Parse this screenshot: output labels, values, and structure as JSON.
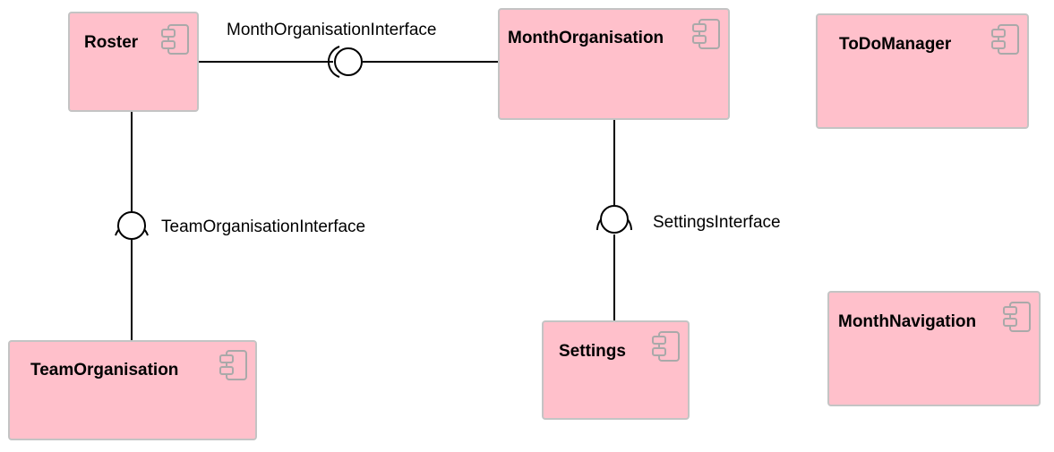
{
  "components": [
    {
      "id": "roster",
      "label": "Roster"
    },
    {
      "id": "month_organisation",
      "label": "MonthOrganisation"
    },
    {
      "id": "todo_manager",
      "label": "ToDoManager"
    },
    {
      "id": "team_organisation",
      "label": "TeamOrganisation"
    },
    {
      "id": "settings",
      "label": "Settings"
    },
    {
      "id": "month_navigation",
      "label": "MonthNavigation"
    }
  ],
  "interfaces": [
    {
      "id": "month_organisation_interface",
      "label": "MonthOrganisationInterface",
      "provider": "month_organisation",
      "consumer": "roster"
    },
    {
      "id": "team_organisation_interface",
      "label": "TeamOrganisationInterface",
      "provider": "team_organisation",
      "consumer": "roster"
    },
    {
      "id": "settings_interface",
      "label": "SettingsInterface",
      "provider": "settings",
      "consumer": "month_organisation"
    }
  ],
  "colors": {
    "component_fill": "#ffc0cb",
    "component_border": "#c4c4c4",
    "icon_stroke": "#a9a9a9",
    "line": "#000000"
  }
}
